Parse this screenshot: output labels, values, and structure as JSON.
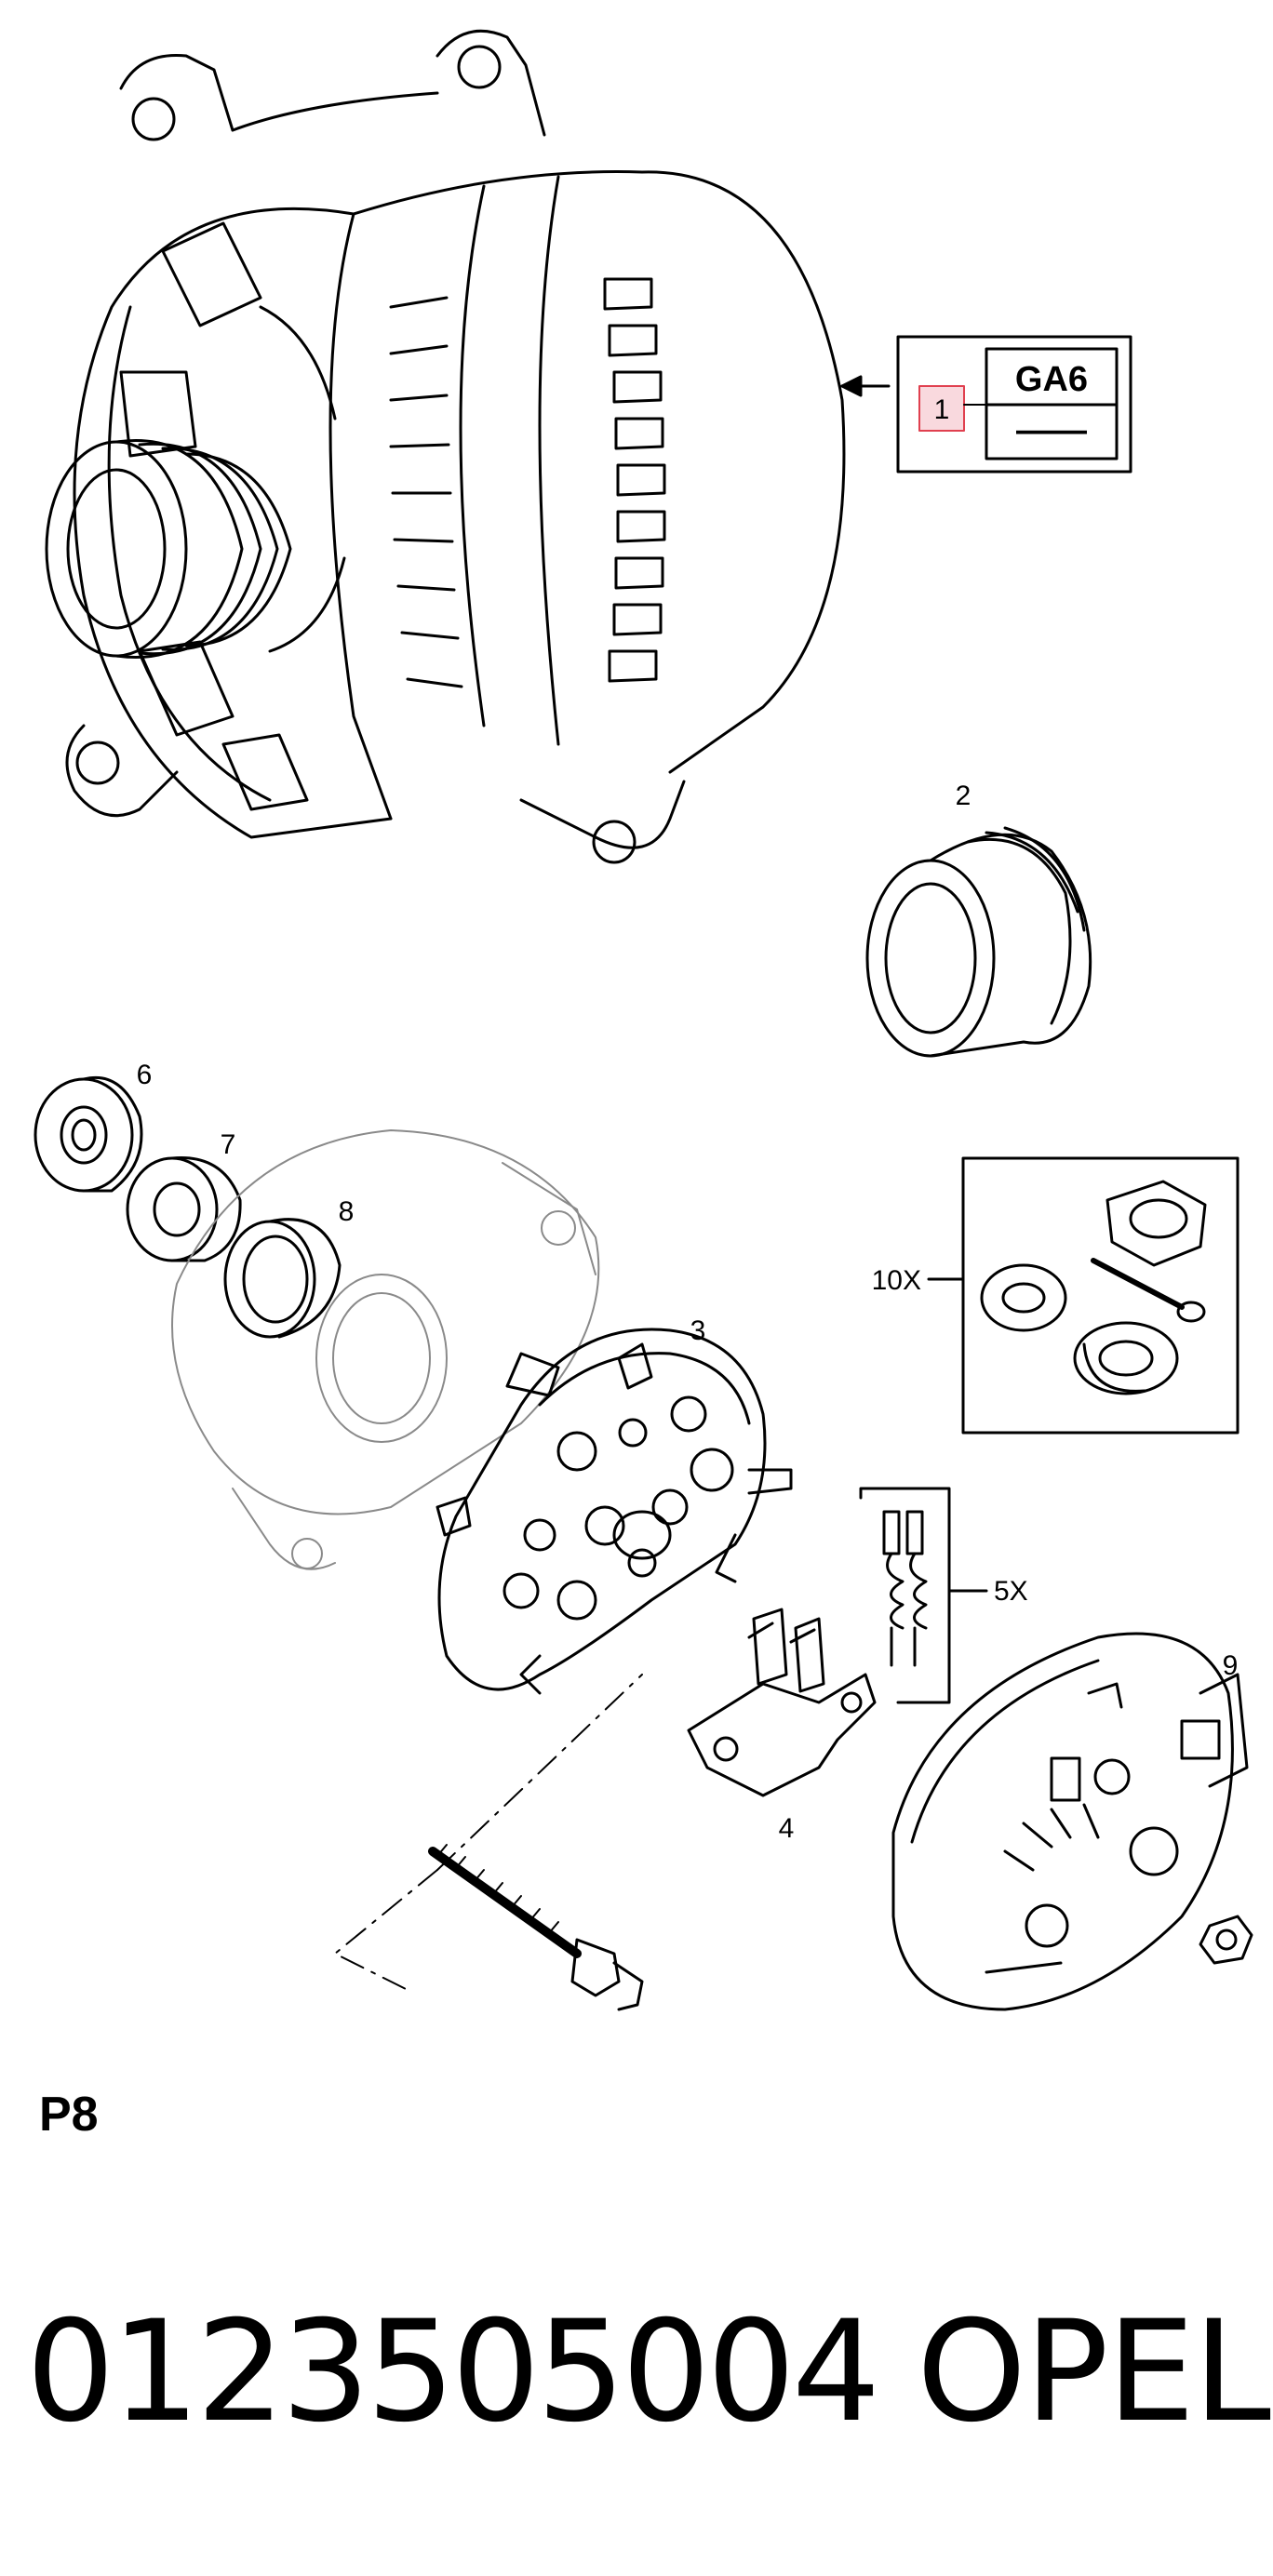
{
  "callouts": {
    "c1": "1",
    "c2": "2",
    "c3": "3",
    "c4": "4",
    "c5": "5X",
    "c6": "6",
    "c7": "7",
    "c8": "8",
    "c9": "9",
    "c10": "10X"
  },
  "ref_box": {
    "code": "GA6",
    "value": "——"
  },
  "section_label": "P8",
  "footer": {
    "part_number": "0123505004",
    "brand": "OPEL"
  },
  "colors": {
    "line": "#000000",
    "highlight_fill": "#f9d9de",
    "highlight_stroke": "#e0404f",
    "faded_line": "#8a8a8a"
  }
}
